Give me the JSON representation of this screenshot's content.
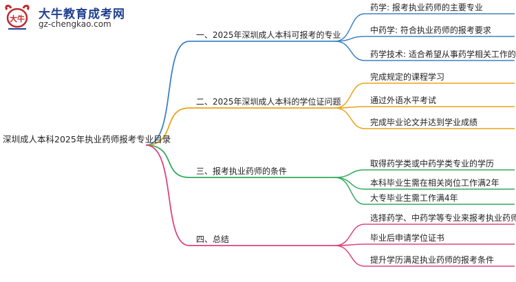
{
  "logo": {
    "name": "大牛教育成考网",
    "url": "gz-chengkao.com",
    "mark_text": "大牛"
  },
  "mindmap": {
    "root": "深圳成人本科2025年执业药师报考专业目录",
    "branches": [
      {
        "label": "一、2025年深圳成人本科可报考的专业",
        "color": "#3b82c4",
        "children": [
          "药学: 报考执业药师的主要专业",
          "中药学: 符合执业药师的报考要求",
          "药学技术: 适合希望从事药学相关工作的同学"
        ]
      },
      {
        "label": "二、2025年深圳成人本科的学位证问题",
        "color": "#e8a317",
        "children": [
          "完成规定的课程学习",
          "通过外语水平考试",
          "完成毕业论文并达到学业成绩"
        ]
      },
      {
        "label": "三、报考执业药师的条件",
        "color": "#2eaa5a",
        "children": [
          "取得药学类或中药学类专业的学历",
          "本科毕业生需在相关岗位工作满2年",
          "大专毕业生需工作满4年"
        ]
      },
      {
        "label": "四、总结",
        "color": "#e0407e",
        "children": [
          "选择药学、中药学等专业来报考执业药师",
          "毕业后申请学位证书",
          "提升学历满足执业药师的报考条件"
        ]
      }
    ]
  }
}
